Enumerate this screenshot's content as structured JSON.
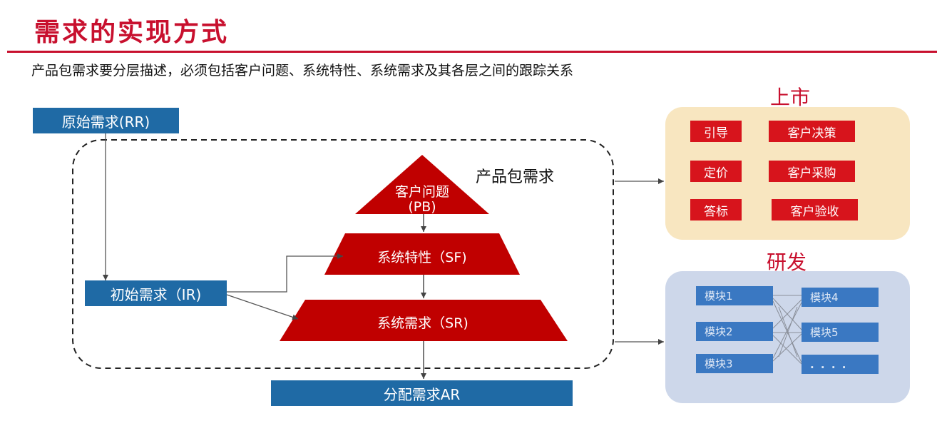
{
  "header": {
    "title": "需求的实现方式",
    "subtitle": "产品包需求要分层描述，必须包括客户问题、系统特性、系统需求及其各层之间的跟踪关系"
  },
  "boxes": {
    "rr": "原始需求(RR)",
    "ir": "初始需求（IR)",
    "ar": "分配需求AR"
  },
  "product_package_label": "产品包需求",
  "pyramid": {
    "pb_line1": "客户问题",
    "pb_line2": "(PB)",
    "sf": "系统特性（SF)",
    "sr": "系统需求（SR)"
  },
  "market_panel": {
    "title": "上市",
    "items": [
      "引导",
      "客户决策",
      "定价",
      "客户采购",
      "答标",
      "客户验收"
    ]
  },
  "rd_panel": {
    "title": "研发",
    "modules": [
      "模块1",
      "模块2",
      "模块3",
      "模块4",
      "模块5",
      ". . . ."
    ]
  },
  "colors": {
    "brand_red": "#c8102e",
    "blue_box": "#1f6aa5",
    "pyramid_red": "#c00000",
    "market_bg": "#f8e6c0",
    "rd_bg": "#cdd7ea",
    "module_blue": "#3a78c2"
  }
}
